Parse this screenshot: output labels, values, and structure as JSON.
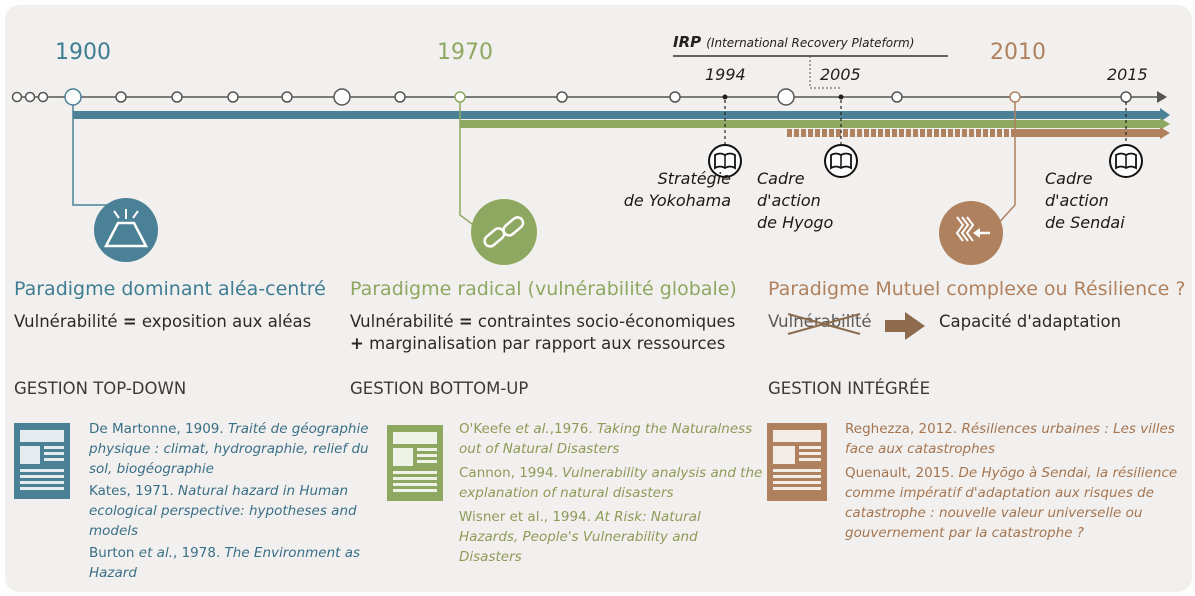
{
  "years": {
    "y1900": "1900",
    "y1970": "1970",
    "y2010": "2010",
    "y1994": "1994",
    "y2005": "2005",
    "y2015": "2015"
  },
  "irp": {
    "bold": "IRP",
    "rest": "(International Recovery Plateform)"
  },
  "milestones": {
    "yokohama": [
      "Stratégie",
      "de Yokohama"
    ],
    "hyogo": [
      "Cadre",
      "d'action",
      "de Hyogo"
    ],
    "sendai": [
      "Cadre",
      "d'action",
      "de Sendai"
    ]
  },
  "paradigms": {
    "left": {
      "title": "Paradigme dominant aléa-centré",
      "vuln_word": "Vulnérabilité",
      "vuln_eq": "=",
      "vuln_rest": "exposition aux aléas",
      "gestion": "GESTION TOP-DOWN"
    },
    "middle": {
      "title": "Paradigme radical (vulnérabilité globale)",
      "vuln_word": "Vulnérabilité",
      "vuln_eq": "=",
      "vuln_rest": "contraintes socio-économiques",
      "vuln_plus": "+",
      "vuln_rest2": "marginalisation par rapport aux ressources",
      "gestion": "GESTION BOTTOM-UP"
    },
    "right": {
      "title": "Paradigme Mutuel complexe ou Résilience ?",
      "crossed": "Vulnérabilité",
      "result": "Capacité d'adaptation",
      "gestion": "GESTION INTÉGRÉE"
    }
  },
  "refs": {
    "left": [
      {
        "plain": "De Martonne, 1909. ",
        "italic": "Traité de géographie physique : climat, hydrographie, relief du sol, biogéographie"
      },
      {
        "plain": "Kates, 1971. ",
        "italic": "Natural hazard in Human ecological perspective: hypotheses and models"
      },
      {
        "plain": "Burton ",
        "italic_mid": "et al.",
        "plain2": ", 1978. ",
        "italic": "The Environment as Hazard"
      }
    ],
    "middle": [
      {
        "plain": "O'Keefe ",
        "italic_mid": "et al.",
        "plain2": ",1976. ",
        "italic": "Taking the Naturalness out of Natural Disasters"
      },
      {
        "plain": "Cannon, 1994. ",
        "italic": "Vulnerability analysis and the explanation of natural disasters"
      },
      {
        "plain": "Wisner et al., 1994. ",
        "italic": "At Risk: Natural Hazards, People's Vulnerability and Disasters"
      }
    ],
    "right": [
      {
        "plain": "Reghezza, 2012. ",
        "italic": "Résiliences urbaines : Les villes face aux catastrophes"
      },
      {
        "plain": "Quenault, 2015. ",
        "italic": "De Hyōgo à Sendai, la résilience comme impératif d'adaptation aux risques de catastrophe : nouvelle valeur universelle ou gouvernement par la catastrophe ?"
      }
    ]
  },
  "colors": {
    "blue": "#4a8197",
    "green": "#8c9a5c",
    "brown": "#b0815e",
    "green_light": "#8ea861",
    "background": "#f2f0ee"
  },
  "icons": {
    "hazard": "volcano-icon",
    "links": "chain-icon",
    "resilience": "barrier-arrow-icon",
    "book": "open-book-icon",
    "document": "document-icon"
  }
}
